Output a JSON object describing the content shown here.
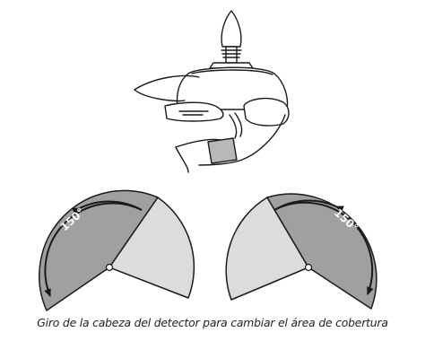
{
  "caption": "Giro de la cabeza del detector para cambiar el área de cobertura",
  "left_rotation": {
    "angle_label": "150°"
  },
  "right_rotation": {
    "angle_label": "150°"
  },
  "colors": {
    "dark_sector": "#a0a0a0",
    "light_sector": "#dcdcdc",
    "stroke": "#1a1a1a"
  }
}
